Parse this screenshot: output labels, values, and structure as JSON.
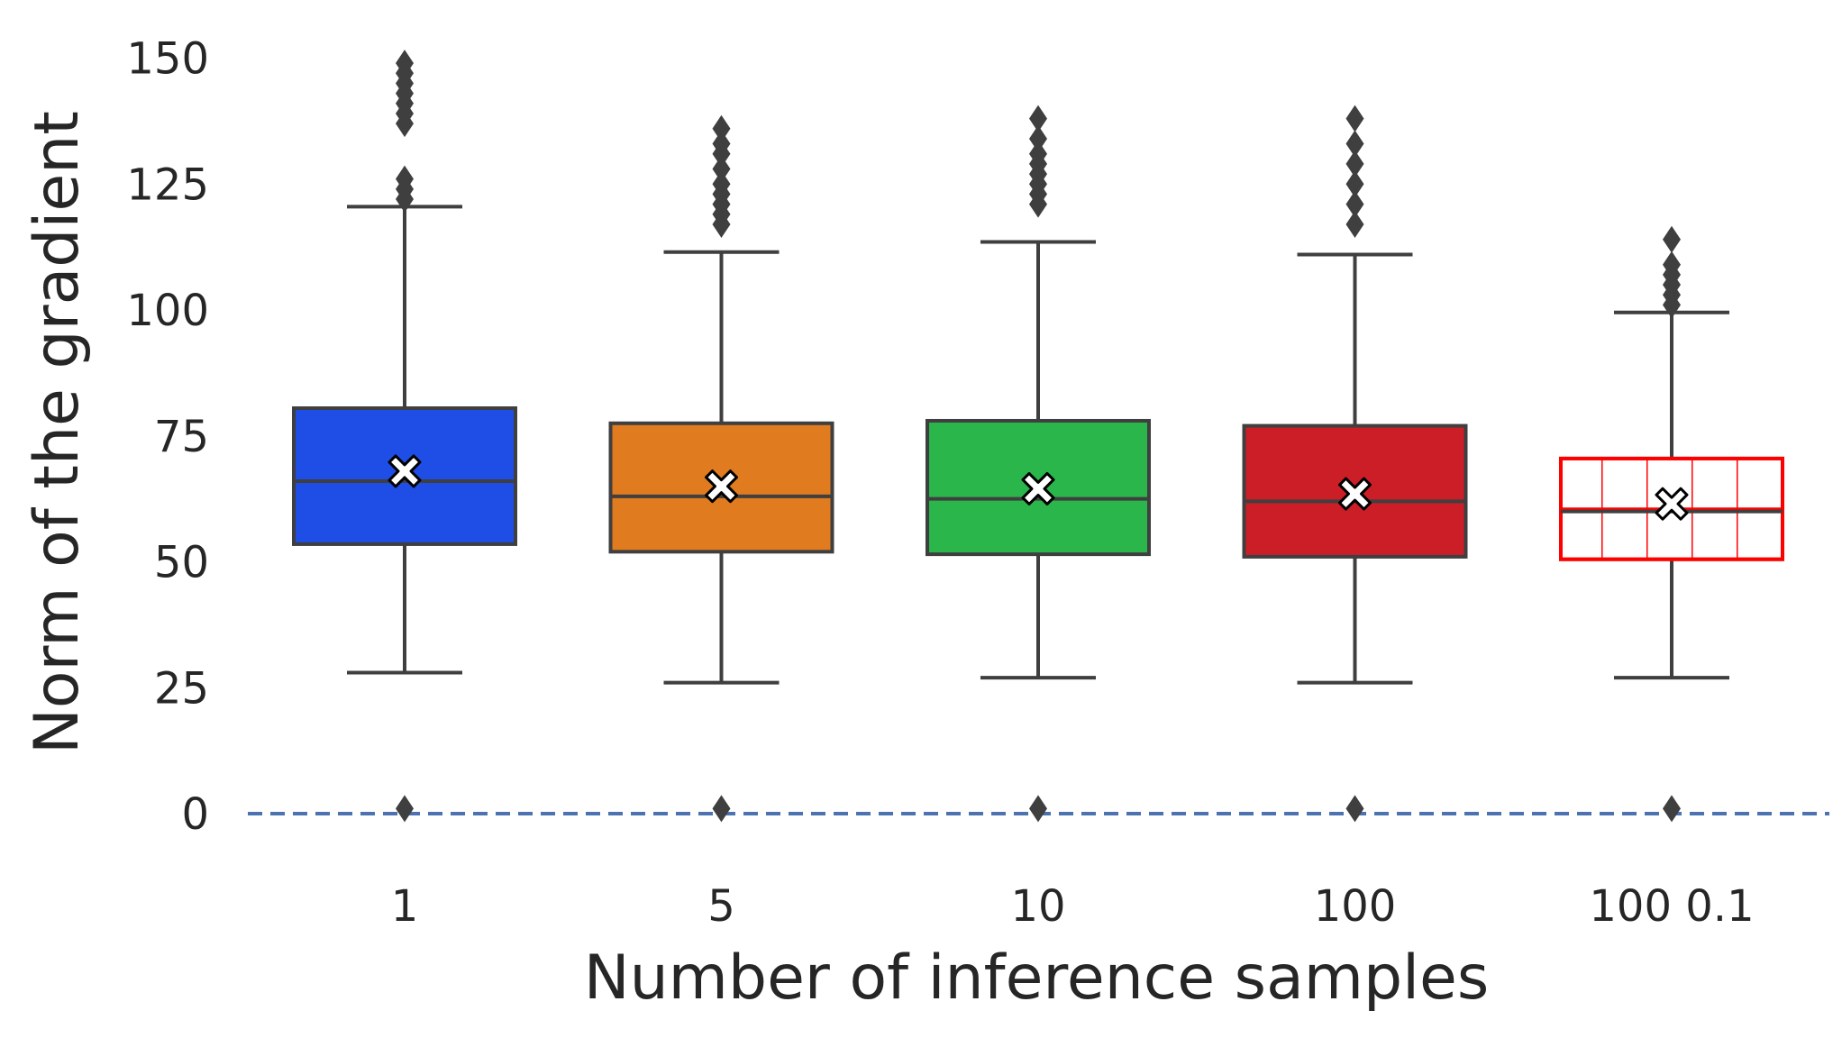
{
  "chart_data": {
    "type": "box",
    "xlabel": "Number of inference samples",
    "ylabel": "Norm of the gradient",
    "categories": [
      "1",
      "5",
      "10",
      "100",
      "100 0.1"
    ],
    "ylim": [
      -10,
      152
    ],
    "yticks": [
      0,
      25,
      50,
      75,
      100,
      125,
      150
    ],
    "grid": false,
    "reference_line": {
      "y": 0,
      "style": "dashed",
      "color": "#4c72b0"
    },
    "colors": [
      "#1f4ee6",
      "#e07b1f",
      "#2ab64a",
      "#cc1e26",
      "#ffffff"
    ],
    "edge_colors": [
      "#3f3f3f",
      "#3f3f3f",
      "#3f3f3f",
      "#3f3f3f",
      "#ff0000"
    ],
    "hatched": [
      false,
      false,
      false,
      false,
      true
    ],
    "boxes": [
      {
        "whislo": 28,
        "q1": 53.5,
        "med": 66,
        "q3": 80.5,
        "whishi": 120.5,
        "mean": 68,
        "fliers": [
          1,
          122,
          124,
          126,
          137,
          139,
          141,
          143,
          145,
          147,
          149
        ]
      },
      {
        "whislo": 26,
        "q1": 52,
        "med": 63,
        "q3": 77.5,
        "whishi": 111.5,
        "mean": 65,
        "fliers": [
          1,
          117,
          119,
          121,
          123,
          125,
          128,
          131,
          133,
          136
        ]
      },
      {
        "whislo": 27,
        "q1": 51.5,
        "med": 62.5,
        "q3": 78,
        "whishi": 113.5,
        "mean": 64.5,
        "fliers": [
          1,
          121,
          123,
          125,
          127,
          129,
          131,
          134,
          138
        ]
      },
      {
        "whislo": 26,
        "q1": 51,
        "med": 62,
        "q3": 77,
        "whishi": 111,
        "mean": 63.5,
        "fliers": [
          1,
          117,
          121,
          125,
          129,
          133,
          138
        ]
      },
      {
        "whislo": 27,
        "q1": 50.5,
        "med": 60,
        "q3": 70.5,
        "whishi": 99.5,
        "mean": 61.5,
        "fliers": [
          1,
          101,
          103,
          105,
          107,
          109,
          114
        ]
      }
    ]
  }
}
